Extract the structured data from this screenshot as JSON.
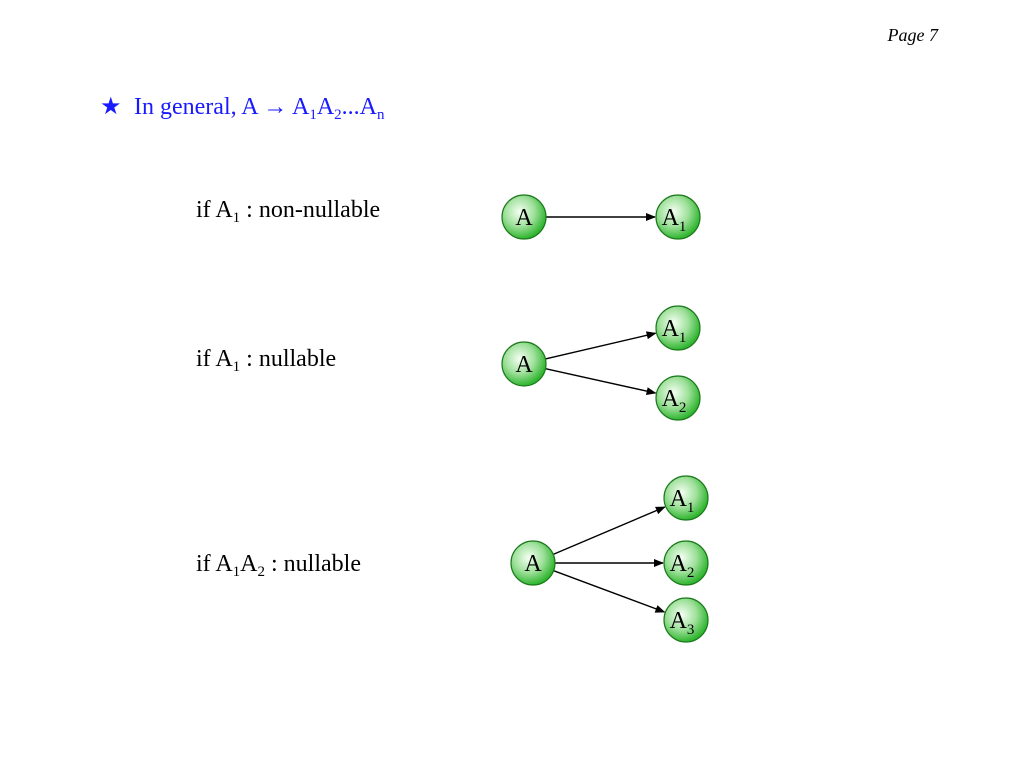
{
  "page": {
    "number_label": "Page 7"
  },
  "heading": {
    "star": "★",
    "prefix": "In general, A",
    "arrow": "→",
    "terms": [
      {
        "base": "A",
        "sub": "1"
      },
      {
        "base": "A",
        "sub": "2"
      }
    ],
    "ellipsis": "...",
    "last": {
      "base": "A",
      "sub": "n"
    }
  },
  "conditions": [
    {
      "pre": "if A",
      "sub1": "1",
      "mid": "",
      "sub2": "",
      "post": " : non-nullable"
    },
    {
      "pre": "if A",
      "sub1": "1",
      "mid": "",
      "sub2": "",
      "post": " : nullable"
    },
    {
      "pre": "if A",
      "sub1": "1",
      "mid": "A",
      "sub2": "2",
      "post": " : nullable"
    }
  ],
  "diagrams": [
    {
      "source": {
        "base": "A",
        "sub": ""
      },
      "targets": [
        {
          "base": "A",
          "sub": "1"
        }
      ]
    },
    {
      "source": {
        "base": "A",
        "sub": ""
      },
      "targets": [
        {
          "base": "A",
          "sub": "1"
        },
        {
          "base": "A",
          "sub": "2"
        }
      ]
    },
    {
      "source": {
        "base": "A",
        "sub": ""
      },
      "targets": [
        {
          "base": "A",
          "sub": "1"
        },
        {
          "base": "A",
          "sub": "2"
        },
        {
          "base": "A",
          "sub": "3"
        }
      ]
    }
  ],
  "colors": {
    "heading_text": "#1a1aff",
    "node_fill_center": "#f4fff2",
    "node_fill_edge": "#2fb52f",
    "node_stroke": "#1c7a1c",
    "edge": "#000000"
  }
}
